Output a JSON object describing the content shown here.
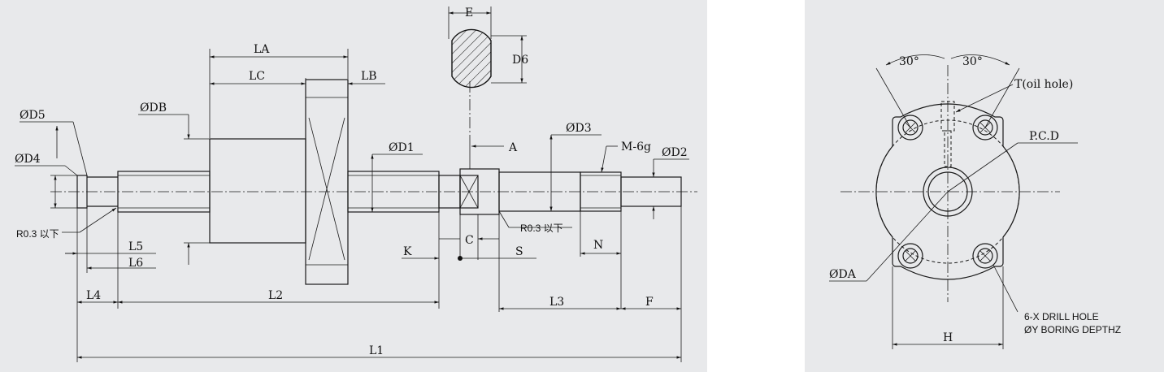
{
  "shaft_view": {
    "labels": {
      "E": "E",
      "D6": "D6",
      "LA": "LA",
      "LC": "LC",
      "LB": "LB",
      "D5": "ØD5",
      "DB": "ØDB",
      "D4": "ØD4",
      "D1": "ØD1",
      "A": "A",
      "D3": "ØD3",
      "M6g": "M-6g",
      "D2": "ØD2",
      "r03_left": "R0.3 以下",
      "r03_right": "R0.3 以下",
      "L5": "L5",
      "L6": "L6",
      "K": "K",
      "C": "C",
      "S": "S",
      "N": "N",
      "L4": "L4",
      "L2": "L2",
      "L3": "L3",
      "F": "F",
      "L1": "L1"
    }
  },
  "flange_view": {
    "labels": {
      "angle_left": "30°",
      "angle_right": "30°",
      "oil_hole": "T(oil hole)",
      "pcd": "P.C.D",
      "DA": "ØDA",
      "drill_line1": "6-X  DRILL HOLE",
      "drill_line2": "ØY  BORING DEPTHZ",
      "H": "H"
    }
  }
}
